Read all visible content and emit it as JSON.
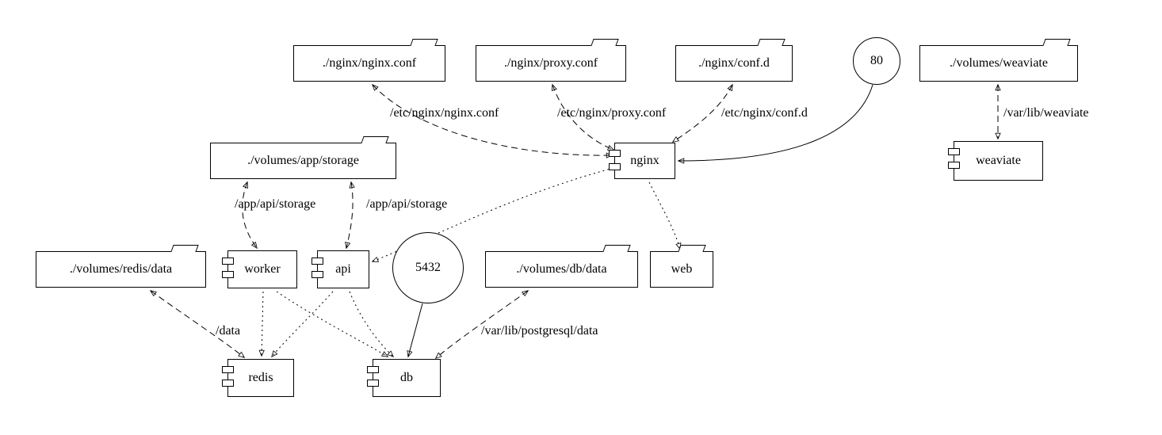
{
  "diagram": {
    "stroke_color": "#000000",
    "background_color": "#ffffff",
    "nodes": {
      "nginx_conf": "./nginx/nginx.conf",
      "proxy_conf": "./nginx/proxy.conf",
      "conf_d": "./nginx/conf.d",
      "port_80": "80",
      "volumes_weaviate": "./volumes/weaviate",
      "volumes_app_storage": "./volumes/app/storage",
      "nginx": "nginx",
      "weaviate": "weaviate",
      "volumes_redis_data": "./volumes/redis/data",
      "worker": "worker",
      "api": "api",
      "port_5432": "5432",
      "volumes_db_data": "./volumes/db/data",
      "web": "web",
      "redis": "redis",
      "db": "db"
    },
    "edge_labels": {
      "nginx_conf_mount": "/etc/nginx/nginx.conf",
      "proxy_conf_mount": "/etc/nginx/proxy.conf",
      "conf_d_mount": "/etc/nginx/conf.d",
      "weaviate_mount": "/var/lib/weaviate",
      "storage_worker_mount": "/app/api/storage",
      "storage_api_mount": "/app/api/storage",
      "redis_mount": "/data",
      "db_mount": "/var/lib/postgresql/data"
    }
  }
}
